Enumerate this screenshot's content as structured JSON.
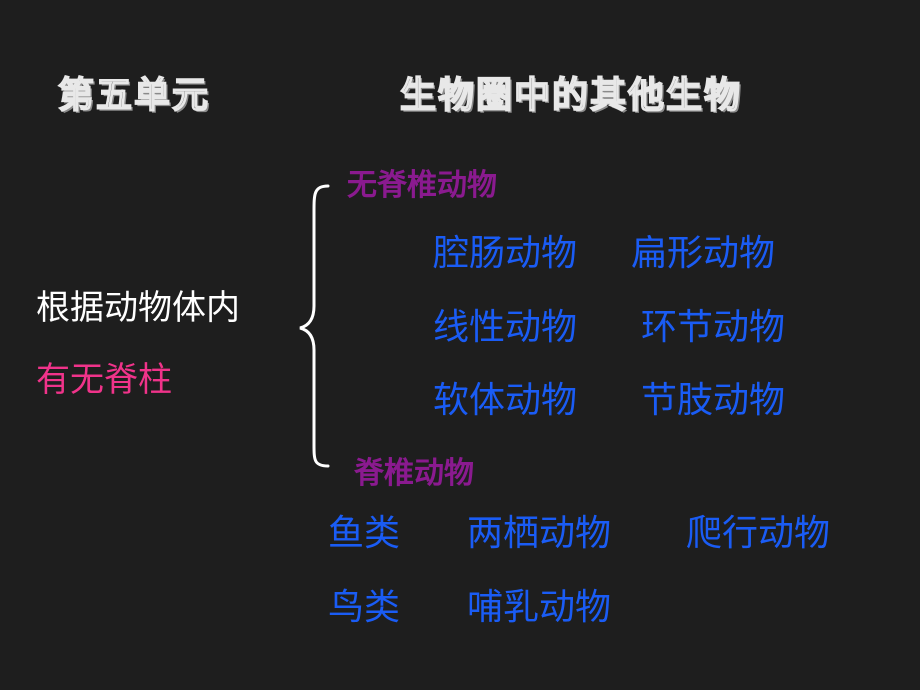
{
  "title": {
    "unit": "第五单元",
    "topic": "生物圈中的其他生物"
  },
  "criterion": {
    "line1": "根据动物体内",
    "line2": "有无脊柱"
  },
  "invertebrates": {
    "heading": "无脊椎动物",
    "items": [
      "腔肠动物",
      "扁形动物",
      "线性动物",
      "环节动物",
      "软体动物",
      "节肢动物"
    ]
  },
  "vertebrates": {
    "heading": "脊椎动物",
    "items": [
      "鱼类",
      "两栖动物",
      "爬行动物",
      "鸟类",
      "哺乳动物"
    ]
  },
  "colors": {
    "background": "#1e1e1e",
    "heading_purple": "#8a1a8f",
    "item_blue": "#1a5cf5",
    "criterion_pink": "#f0338a"
  }
}
